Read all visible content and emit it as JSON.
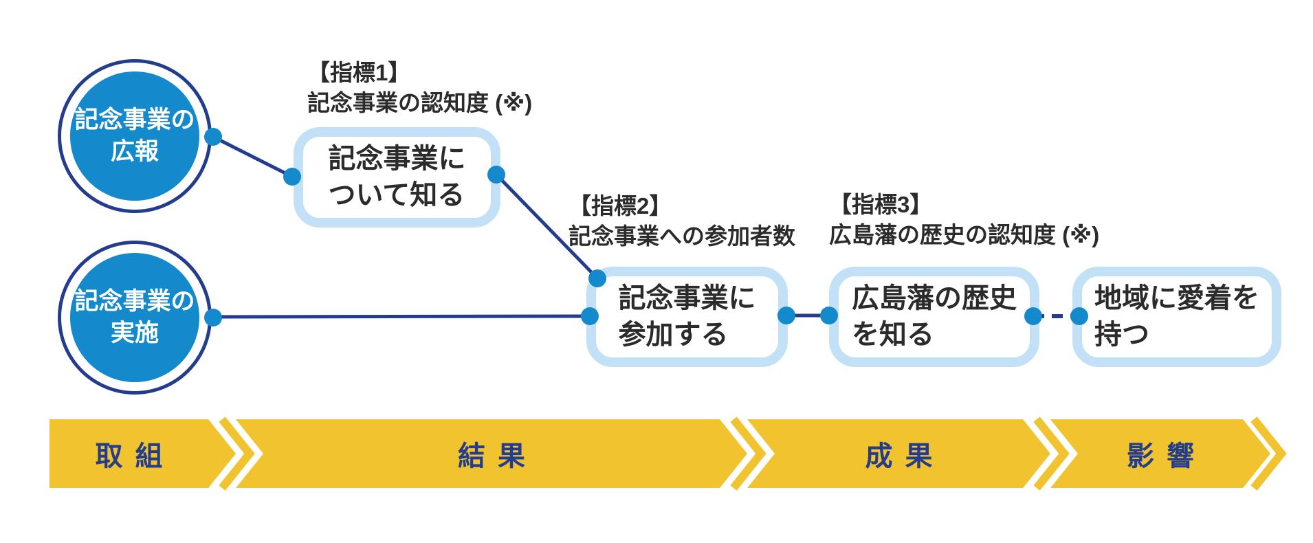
{
  "diagram": {
    "inputs": [
      {
        "line1": "記念事業の",
        "line2": "広報"
      },
      {
        "line1": "記念事業の",
        "line2": "実施"
      }
    ],
    "outcomes": [
      {
        "line1": "記念事業に",
        "line2": "ついて知る"
      },
      {
        "line1": "記念事業に",
        "line2": "参加する"
      },
      {
        "line1": "広島藩の歴史",
        "line2": "を知る"
      },
      {
        "line1": "地域に愛着を",
        "line2": "持つ"
      }
    ],
    "indicators": [
      {
        "title": "【指標1】",
        "desc": "記念事業の認知度 (※)"
      },
      {
        "title": "【指標2】",
        "desc": "記念事業への参加者数"
      },
      {
        "title": "【指標3】",
        "desc": "広島藩の歴史の認知度 (※)"
      }
    ],
    "stages": [
      "取組",
      "結果",
      "成果",
      "影響"
    ]
  },
  "colors": {
    "primary_blue": "#1489cc",
    "navy": "#243c8d",
    "light_blue": "#c3e1f6",
    "band_yellow": "#f0c32f",
    "text_dark": "#2b2b2b",
    "background": "#ffffff"
  }
}
